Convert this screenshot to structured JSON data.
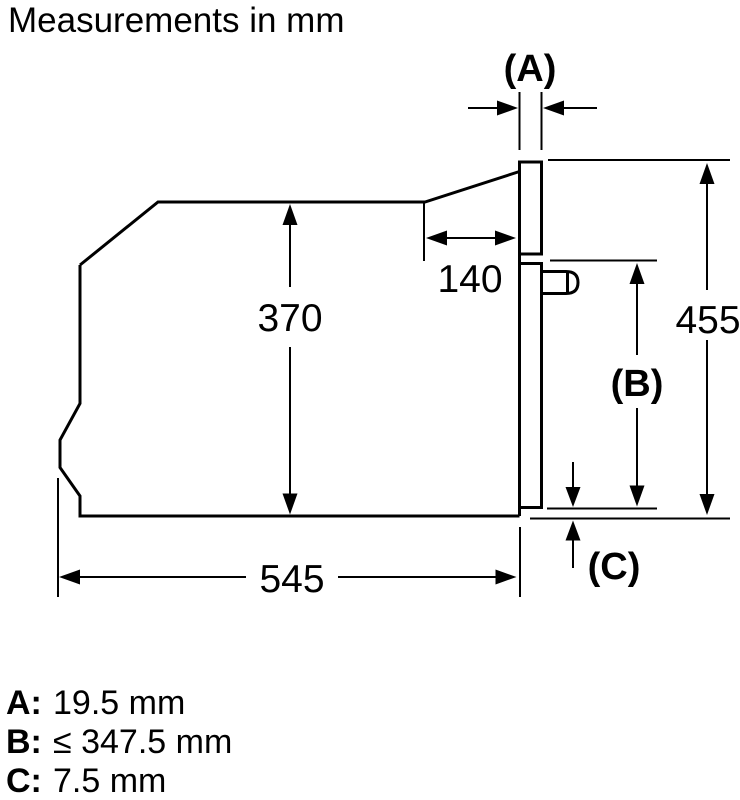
{
  "title": "Measurements in mm",
  "dimensions": {
    "a_label": "(A)",
    "b_label": "(B)",
    "c_label": "(C)",
    "top_depth": "140",
    "body_height": "370",
    "niche_height": "455",
    "body_depth": "545"
  },
  "legend": {
    "rows": [
      {
        "key": "A:",
        "value": "19.5 mm"
      },
      {
        "key": "B:",
        "value": "≤ 347.5 mm"
      },
      {
        "key": "C:",
        "value": "7.5 mm"
      }
    ]
  },
  "colors": {
    "line": "#000000",
    "background": "#ffffff"
  }
}
